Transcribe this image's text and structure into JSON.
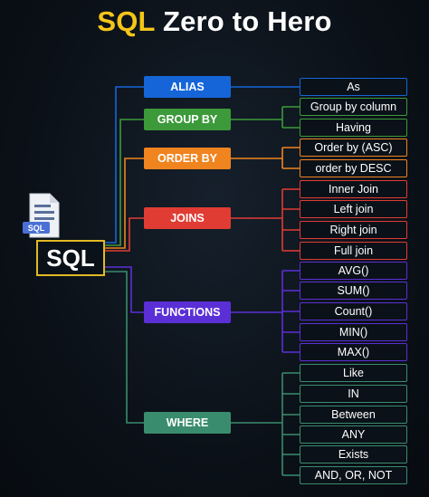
{
  "title": {
    "part1": "SQL",
    "part2": "Zero to Hero"
  },
  "root": {
    "label": "SQL",
    "icon_label": "SQL"
  },
  "categories": [
    {
      "label": "ALIAS",
      "color": "#1565d8",
      "items": [
        "As"
      ]
    },
    {
      "label": "GROUP BY",
      "color": "#3c9a3a",
      "items": [
        "Group by column",
        "Having"
      ]
    },
    {
      "label": "ORDER BY",
      "color": "#f0841f",
      "items": [
        "Order by (ASC)",
        "order by DESC"
      ]
    },
    {
      "label": "JOINS",
      "color": "#e03c34",
      "items": [
        "Inner Join",
        "Left join",
        "Right join",
        "Full join"
      ]
    },
    {
      "label": "FUNCTIONS",
      "color": "#5b2fd6",
      "items": [
        "AVG()",
        "SUM()",
        "Count()",
        "MIN()",
        "MAX()"
      ]
    },
    {
      "label": "WHERE",
      "color": "#3a8c6e",
      "items": [
        "Like",
        "IN",
        "Between",
        "ANY",
        "Exists",
        "AND, OR, NOT"
      ]
    }
  ]
}
